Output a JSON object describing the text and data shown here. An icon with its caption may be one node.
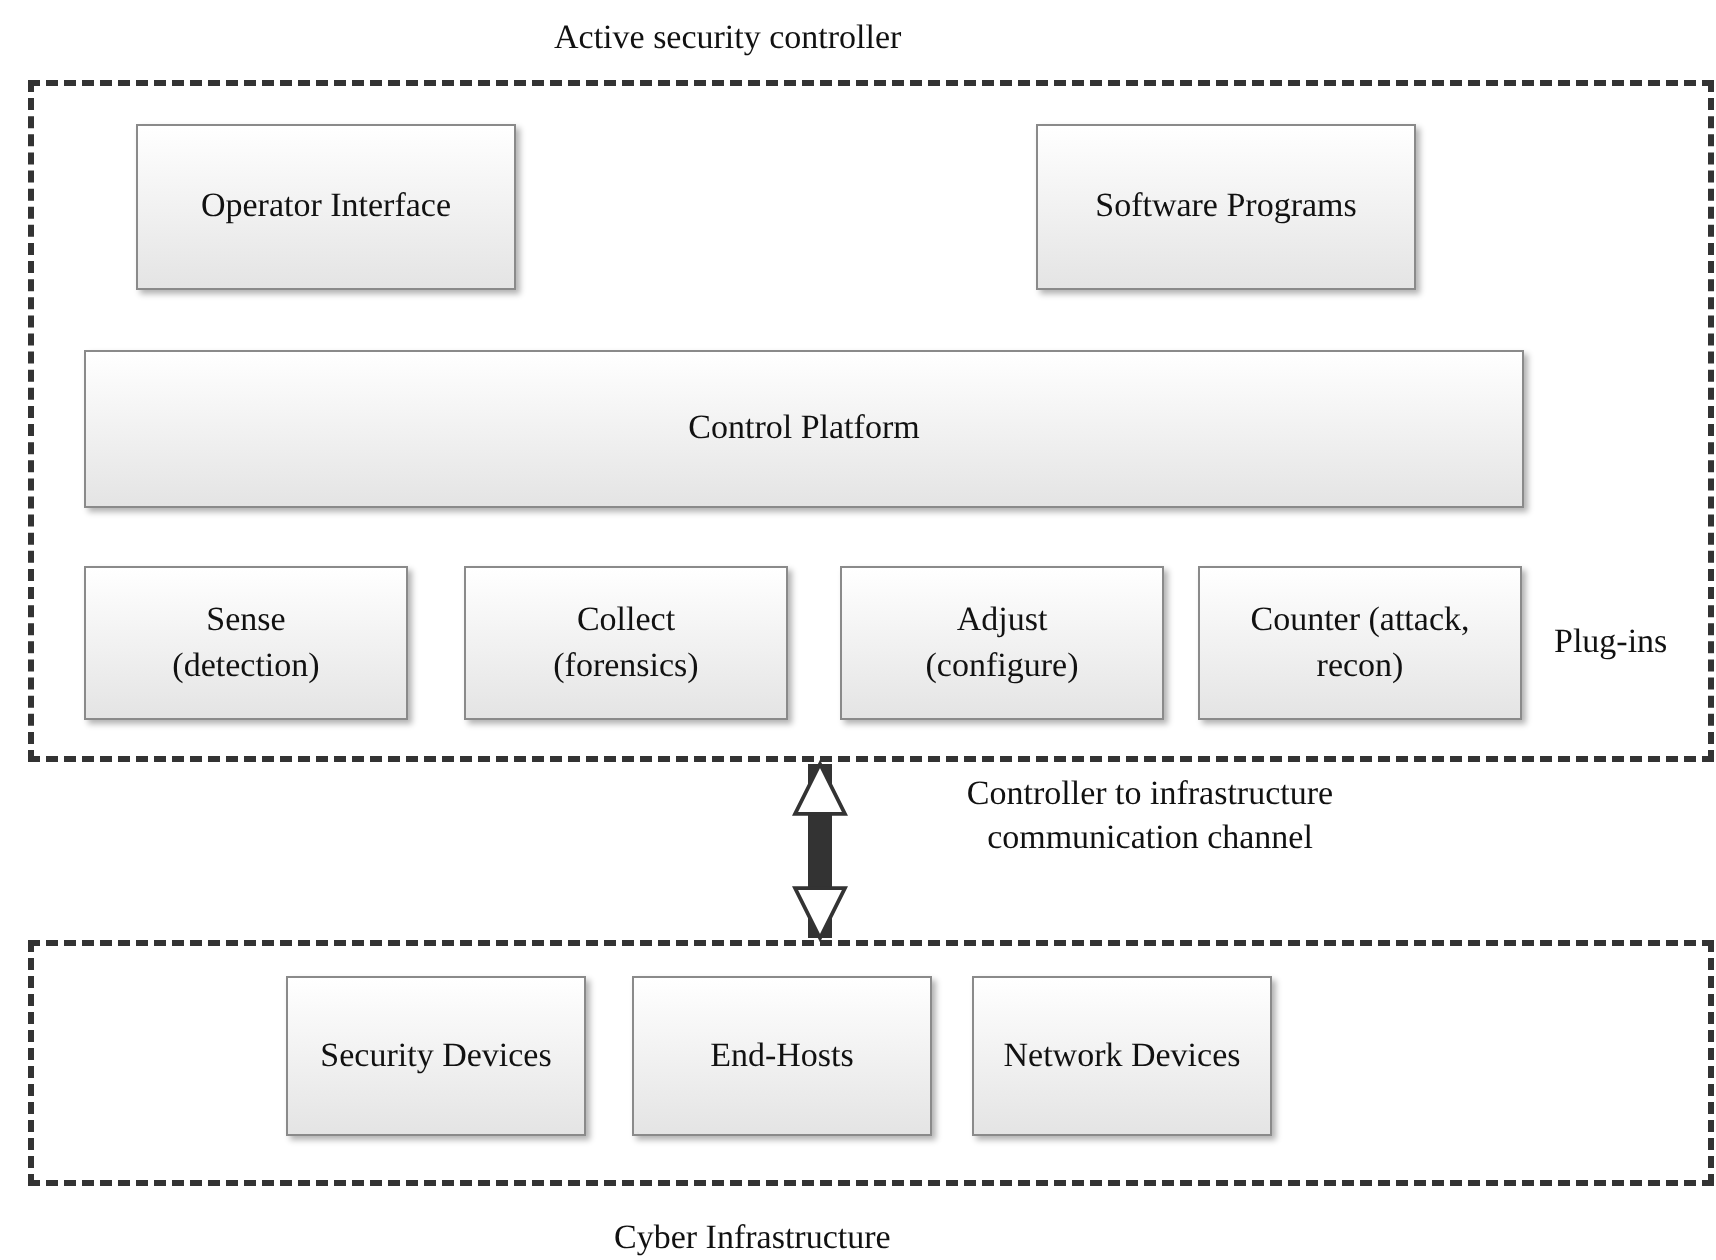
{
  "diagram": {
    "nodes": [
      {
        "text": [
          "Active security controller"
        ]
      },
      {
        "text": [
          "Operator Interface"
        ],
        "in": 0
      },
      {
        "text": [
          "Software Programs"
        ],
        "in": 0
      },
      {
        "text": [
          "Control Platform"
        ],
        "in": 0
      },
      {
        "text": [
          "Sense (detection)"
        ],
        "in": 0
      },
      {
        "text": [
          "Collect (forensics)"
        ],
        "in": 0
      },
      {
        "text": [
          "Adjust (configure)"
        ],
        "in": 0
      },
      {
        "text": [
          "Counter (attack, recon)"
        ],
        "in": 0
      },
      {
        "text": [
          "Cyber Infrastructure"
        ]
      },
      {
        "text": [
          "Security Devices"
        ],
        "in": 8
      },
      {
        "text": [
          "End-Hosts"
        ],
        "in": 8
      },
      {
        "text": [
          "Network Devices"
        ],
        "in": 8
      }
    ],
    "edges": [
      {
        "from": 0,
        "to": 8,
        "arrow": "both",
        "label": "Controller to infrastructure communication channel"
      }
    ],
    "labels": [
      "Plug-ins"
    ]
  }
}
